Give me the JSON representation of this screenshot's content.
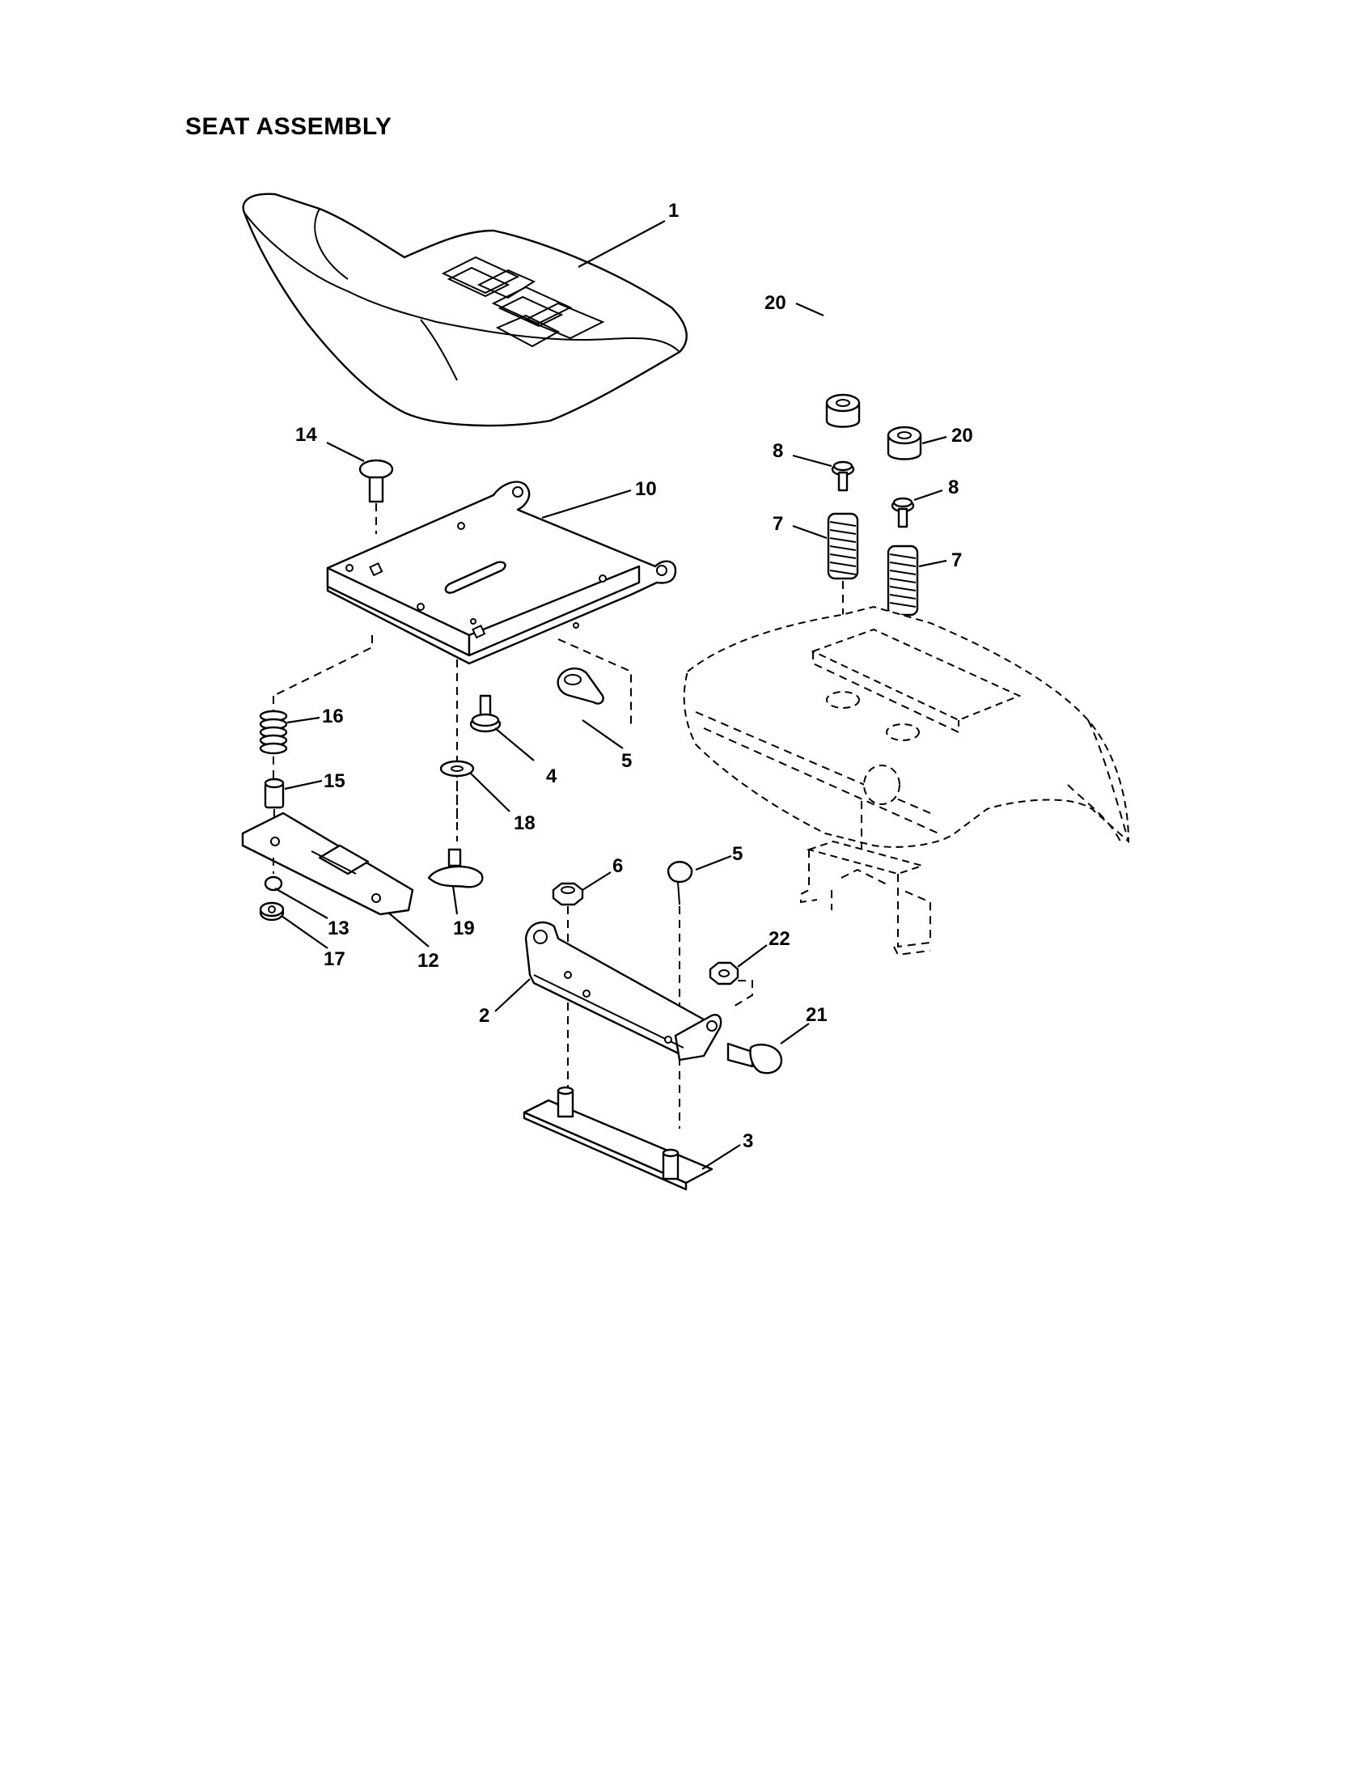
{
  "title": "SEAT ASSEMBLY",
  "callouts": {
    "p1": "1",
    "p2": "2",
    "p3": "3",
    "p4": "4",
    "p5a": "5",
    "p5b": "5",
    "p6": "6",
    "p7a": "7",
    "p7b": "7",
    "p8a": "8",
    "p8b": "8",
    "p10": "10",
    "p12": "12",
    "p13": "13",
    "p14": "14",
    "p15": "15",
    "p16": "16",
    "p17": "17",
    "p18": "18",
    "p19": "19",
    "p20a": "20",
    "p20b": "20",
    "p21": "21",
    "p22": "22"
  }
}
